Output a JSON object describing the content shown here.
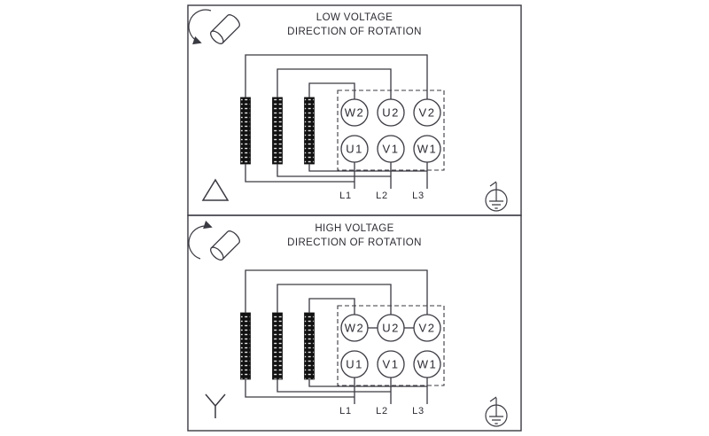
{
  "app": {
    "background_color": "#ffffff",
    "line_color": "#3a3a42",
    "text_color": "#2b2b33",
    "terminal_block_color": "#111111"
  },
  "panels": [
    {
      "title": "LOW VOLTAGE",
      "subtitle": "DIRECTION OF ROTATION",
      "connection": "delta",
      "terminals": {
        "top": [
          "W2",
          "U2",
          "V2"
        ],
        "bottom": [
          "U1",
          "V1",
          "W1"
        ]
      },
      "supply_lines": [
        "L1",
        "L2",
        "L3"
      ],
      "icons": {
        "rotation": "shaft-rotation-icon",
        "connection_symbol": "delta-connection-icon",
        "ground": "earth-ground-icon"
      }
    },
    {
      "title": "HIGH VOLTAGE",
      "subtitle": "DIRECTION OF ROTATION",
      "connection": "wye",
      "terminals": {
        "top": [
          "W2",
          "U2",
          "V2"
        ],
        "bottom": [
          "U1",
          "V1",
          "W1"
        ]
      },
      "supply_lines": [
        "L1",
        "L2",
        "L3"
      ],
      "icons": {
        "rotation": "shaft-rotation-icon",
        "connection_symbol": "wye-connection-icon",
        "ground": "earth-ground-icon"
      }
    }
  ]
}
